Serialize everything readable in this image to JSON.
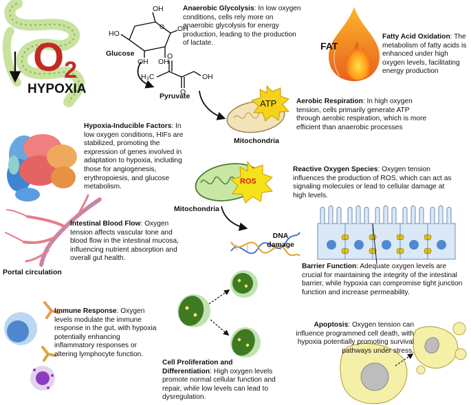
{
  "hypoxia": {
    "o": "O",
    "sub": "2",
    "label": "HYPOXIA"
  },
  "glycolysis": {
    "title": "Anaerobic Glycolysis",
    "body": ": In low oxygen conditions, cells rely more on anaerobic glycolysis for energy production, leading to the production of lactate."
  },
  "molecules": {
    "glucose": "Glucose",
    "pyruvate": "Pyruvate",
    "oh_top": "OH",
    "oh_left": "HO",
    "oh_mid": "OH",
    "oh_bot": "OH",
    "oh_right": "OH",
    "ch3": "H₃C",
    "acid_oh": "OH",
    "o_top": "O",
    "o_bot": "O"
  },
  "fat": {
    "label": "FAT",
    "title": "Fatty Acid Oxidation",
    "body": ": The metabolism of fatty acids is enhanced under high oxygen levels, facilitating energy production"
  },
  "aerobic": {
    "atp": "ATP",
    "title": "Aerobic Respiration",
    "body": ": In high oxygen tension, cells primarily generate ATP through aerobic respiration, which is more efficient than anaerobic processes",
    "mito_label": "Mitochondria"
  },
  "hif": {
    "title": "Hypoxia-Inducible Factors",
    "body": ": In low oxygen conditions, HIFs are stabilized, promoting the expression of genes involved in adaptation to hypoxia, including those for angiogenesis, erythropoiesis, and glucose metabolism."
  },
  "ros": {
    "badge": "ROS",
    "title": "Reactive Oxygen Species",
    "body": ": Oxygen tension influences the production of ROS, which can act as signaling molecules or lead to cellular damage at high levels.",
    "mito_label": "Mitochondria",
    "dna_label": "DNA damage"
  },
  "blood": {
    "title": "Intestinal Blood Flow",
    "body": ": Oxygen tension affects vascular tone and blood flow in the intestinal mucosa, influencing nutrient absorption and overall gut health.",
    "portal": "Portal circulation"
  },
  "barrier": {
    "title": "Barrier Function",
    "body": ": Adequate oxygen levels are crucial for maintaining the integrity of the intestinal barrier, while hypoxia can compromise tight junction function and increase permeability."
  },
  "immune": {
    "title": "Immune Response",
    "body": ": Oxygen levels modulate the immune response in the gut, with hypoxia potentially enhancing inflammatory responses or altering lymphocyte function."
  },
  "prolif": {
    "title": "Cell Proliferation and Differentiation",
    "body": ": High oxygen levels promote normal cellular function and repair, while low levels can lead to dysregulation."
  },
  "apoptosis": {
    "title": "Apoptosis",
    "body": ": Oxygen tension can influence programmed cell death, with hypoxia potentially promoting survival pathways under stress."
  }
}
